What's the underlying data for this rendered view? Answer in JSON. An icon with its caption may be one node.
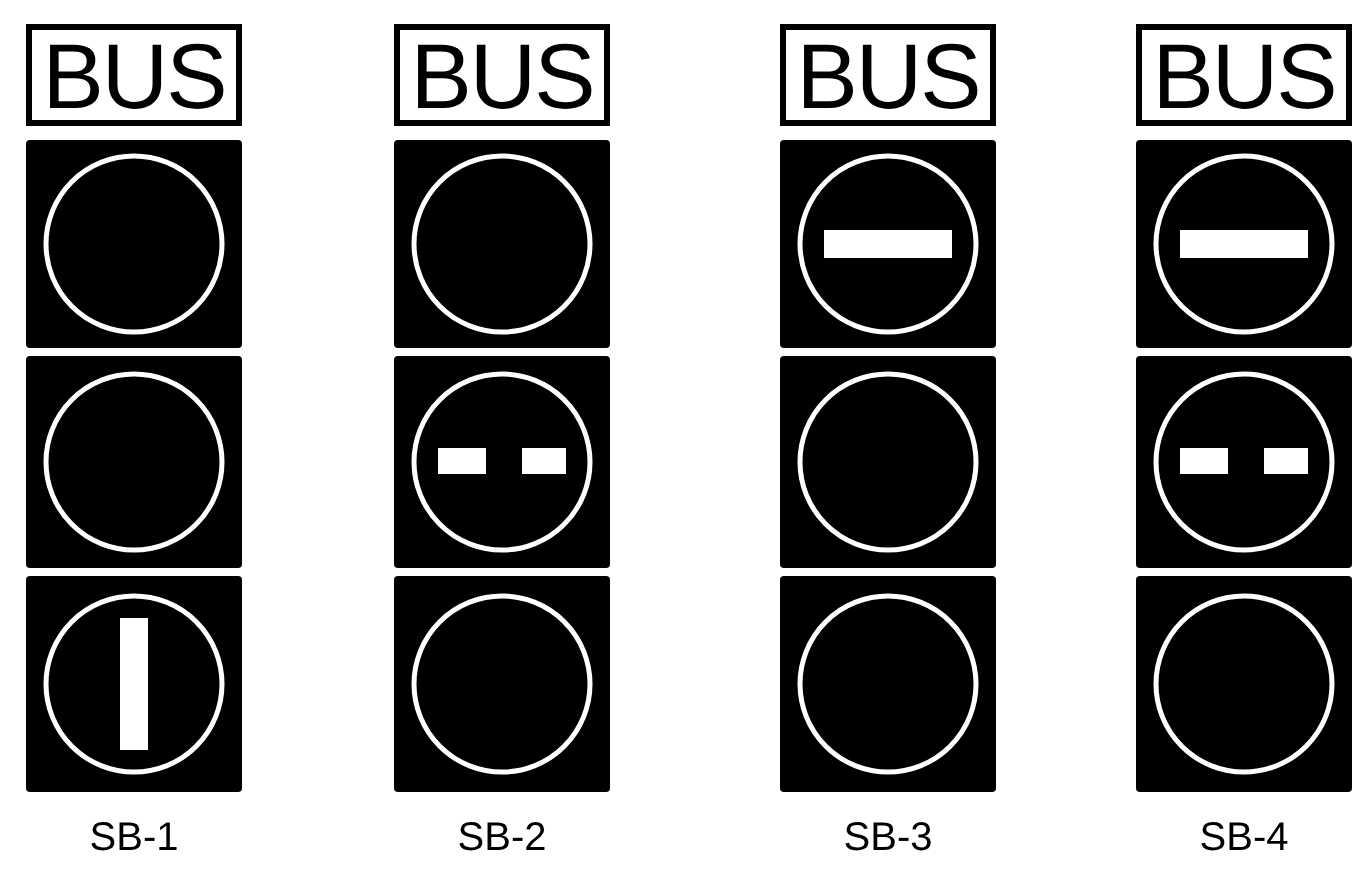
{
  "diagram": {
    "nodes": [
      {
        "text": [
          "BUS"
        ]
      },
      {
        "text": [],
        "shape": "box"
      },
      {
        "text": [],
        "shape": "box"
      },
      {
        "text": [],
        "shape": "box"
      },
      {
        "text": [
          "BUS"
        ]
      },
      {
        "text": [],
        "shape": "box"
      },
      {
        "text": [],
        "shape": "box"
      },
      {
        "text": [],
        "shape": "box"
      },
      {
        "text": [
          "BUS"
        ]
      },
      {
        "text": [],
        "shape": "box"
      },
      {
        "text": [],
        "shape": "box"
      },
      {
        "text": [],
        "shape": "box"
      },
      {
        "text": [
          "BUS"
        ]
      },
      {
        "text": [],
        "shape": "box"
      },
      {
        "text": [],
        "shape": "box"
      },
      {
        "text": [],
        "shape": "box"
      }
    ],
    "labels": [
      "SB-1",
      "SB-2",
      "SB-3",
      "SB-4"
    ]
  }
}
